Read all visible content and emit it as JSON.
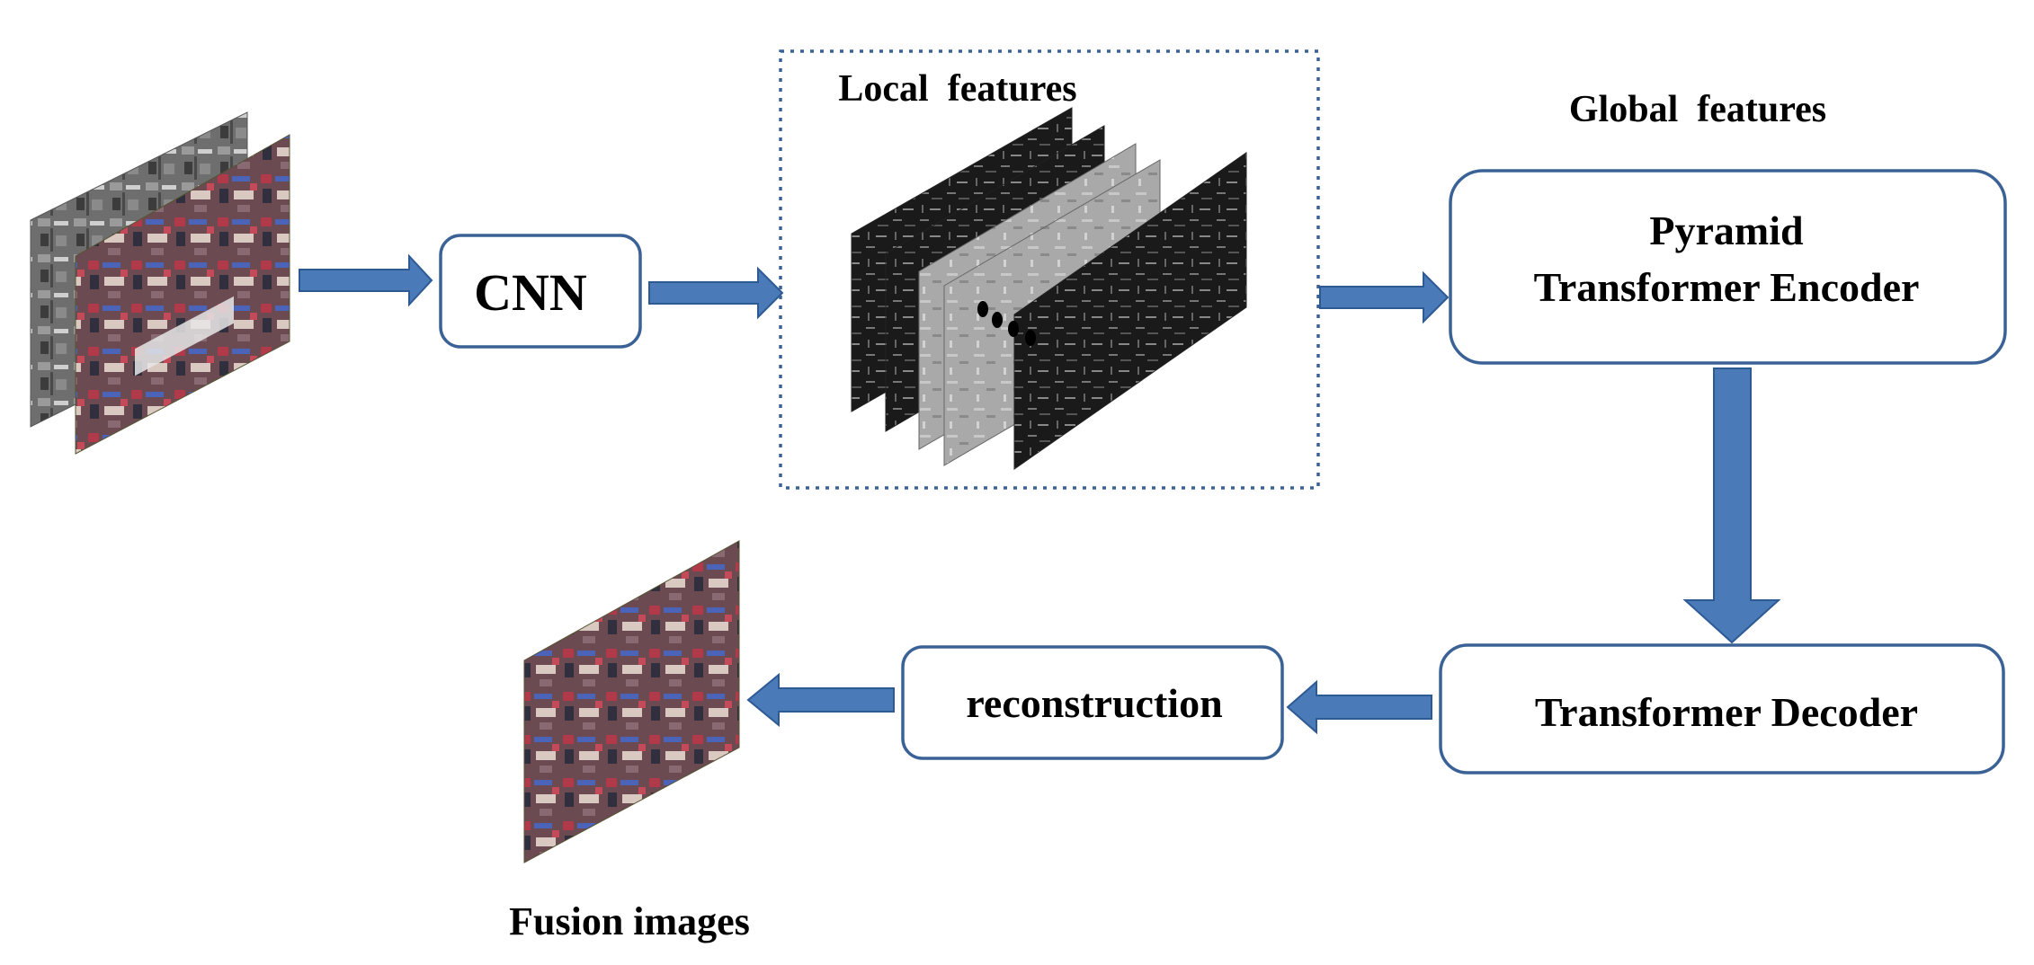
{
  "diagram": {
    "nodes": {
      "cnn": "CNN",
      "pyramid_encoder_line1": "Pyramid",
      "pyramid_encoder_line2": "Transformer Encoder",
      "decoder": "Transformer Decoder",
      "reconstruction": "reconstruction"
    },
    "labels": {
      "local_features": "Local  features",
      "global_features": "Global  features",
      "fusion_images": "Fusion images"
    },
    "edges": [
      {
        "from": "input-images",
        "to": "cnn"
      },
      {
        "from": "cnn",
        "to": "local-features"
      },
      {
        "from": "local-features",
        "to": "pyramid-encoder"
      },
      {
        "from": "pyramid-encoder",
        "to": "decoder"
      },
      {
        "from": "decoder",
        "to": "reconstruction"
      },
      {
        "from": "reconstruction",
        "to": "fusion-images"
      }
    ],
    "colors": {
      "arrow_fill": "#4a7ab8",
      "arrow_stroke": "#2e5a94",
      "box_stroke": "#3b6296",
      "dotted_border": "#3b6296"
    }
  }
}
